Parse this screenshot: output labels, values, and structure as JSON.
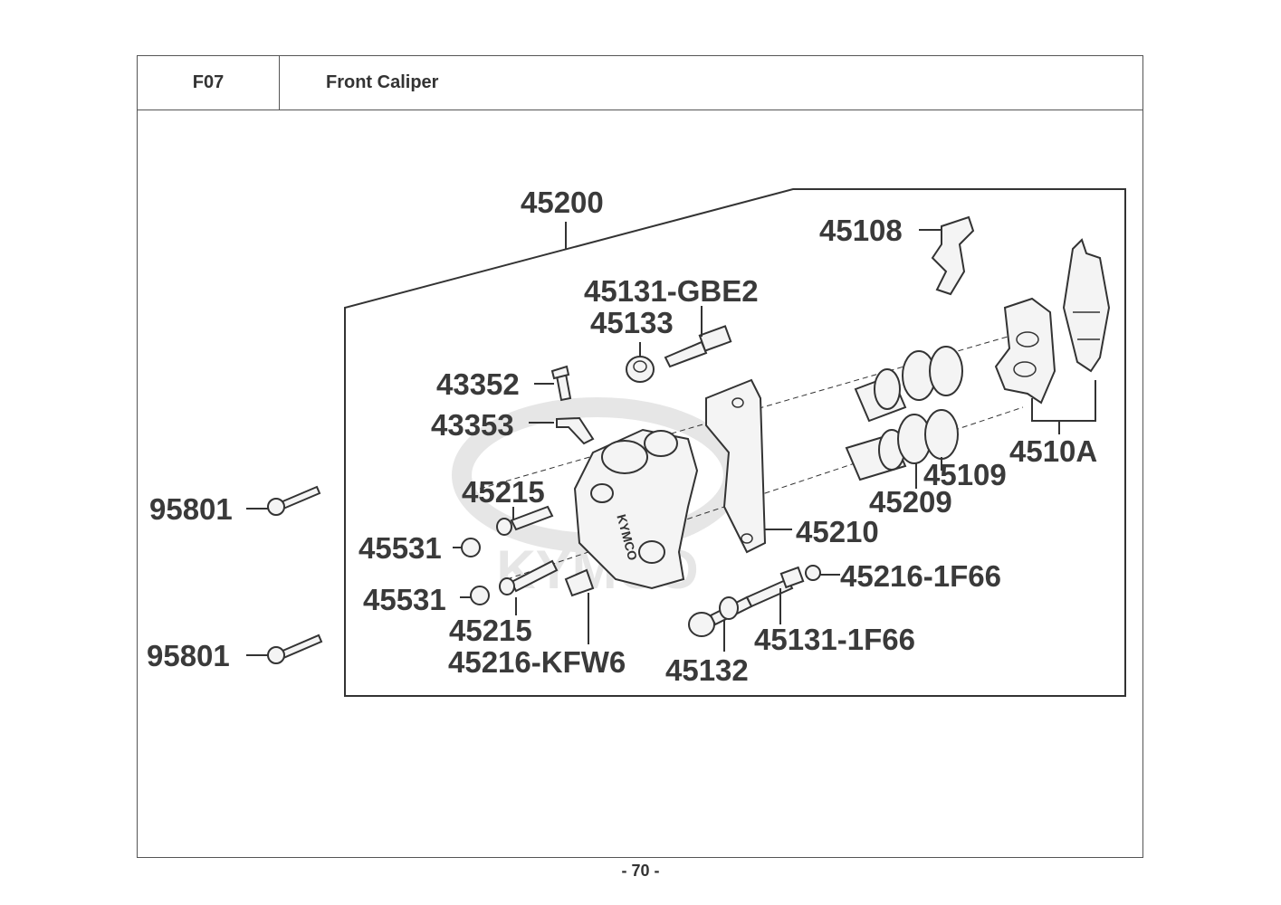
{
  "header": {
    "code": "F07",
    "title": "Front Caliper"
  },
  "watermark": "KYMCO",
  "caliper_marking": "KYMCO",
  "callouts": {
    "assembly": "45200",
    "clip": "45108",
    "bolt_top": "45131-GBE2",
    "cap_top": "45133",
    "bleeder": "43352",
    "bleeder_cap": "43353",
    "pin_upper": "45215",
    "nut_upper": "45531",
    "nut_lower": "45531",
    "pin_lower": "45215",
    "boot": "45216-KFW6",
    "bolt_left_upper": "95801",
    "bolt_left_lower": "95801",
    "bracket": "45210",
    "pistons": "45209",
    "seals": "45109",
    "pads": "4510A",
    "boot_right": "45216-1F66",
    "bolt_right": "45131-1F66",
    "bolt_bottom": "45132"
  },
  "page_number": "- 70 -"
}
